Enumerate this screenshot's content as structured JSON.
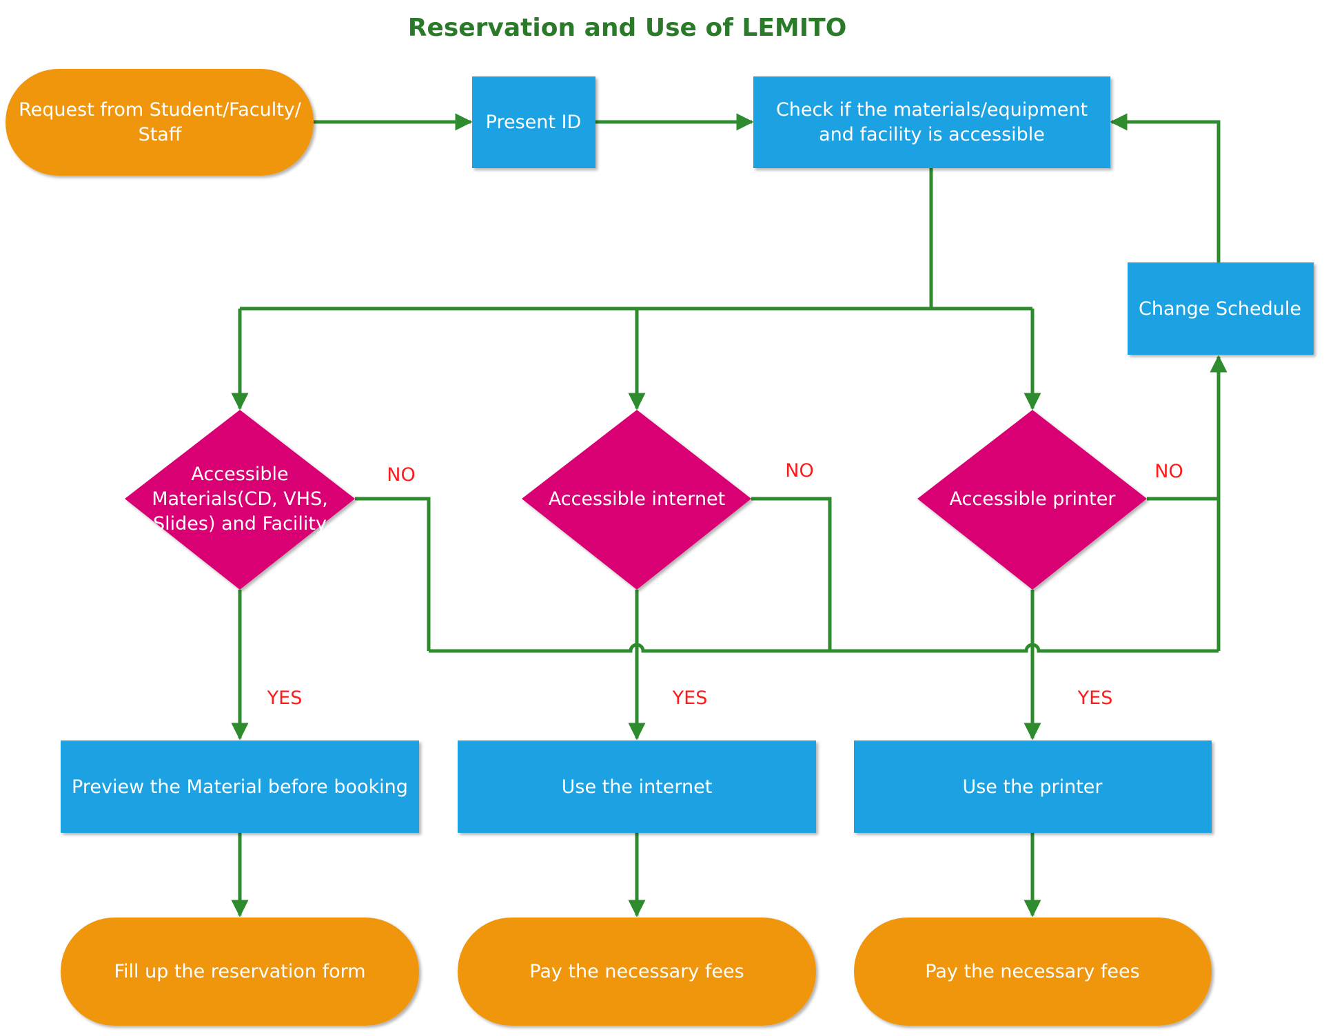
{
  "title": "Reservation and Use of LEMITO",
  "colors": {
    "title": "#2a7a2a",
    "rect": "#1ba1e2",
    "terminal": "#f0960e",
    "decision": "#d80073",
    "edge": "#2e8b2e",
    "label": "#ff1a1a",
    "text": "#ffffff"
  },
  "nodes": {
    "request": {
      "lines": [
        "Request from Student/Faculty/",
        "Staff"
      ]
    },
    "present_id": {
      "lines": [
        "Present ID"
      ]
    },
    "check": {
      "lines": [
        "Check if the materials/equipment",
        "and facility is accessible"
      ]
    },
    "change_schedule": {
      "lines": [
        "Change Schedule"
      ]
    },
    "dec_materials": {
      "lines": [
        "Accessible",
        "Materials(CD, VHS,",
        "Slides) and Facility"
      ]
    },
    "dec_internet": {
      "lines": [
        "Accessible internet"
      ]
    },
    "dec_printer": {
      "lines": [
        "Accessible printer"
      ]
    },
    "preview": {
      "lines": [
        "Preview the Material before booking"
      ]
    },
    "use_internet": {
      "lines": [
        "Use the internet"
      ]
    },
    "use_printer": {
      "lines": [
        "Use the printer"
      ]
    },
    "fill_form": {
      "lines": [
        "Fill up the reservation form"
      ]
    },
    "pay_fees_1": {
      "lines": [
        "Pay the necessary fees"
      ]
    },
    "pay_fees_2": {
      "lines": [
        "Pay the necessary fees"
      ]
    }
  },
  "edge_labels": {
    "no_1": "NO",
    "no_2": "NO",
    "no_3": "NO",
    "yes_1": "YES",
    "yes_2": "YES",
    "yes_3": "YES"
  }
}
